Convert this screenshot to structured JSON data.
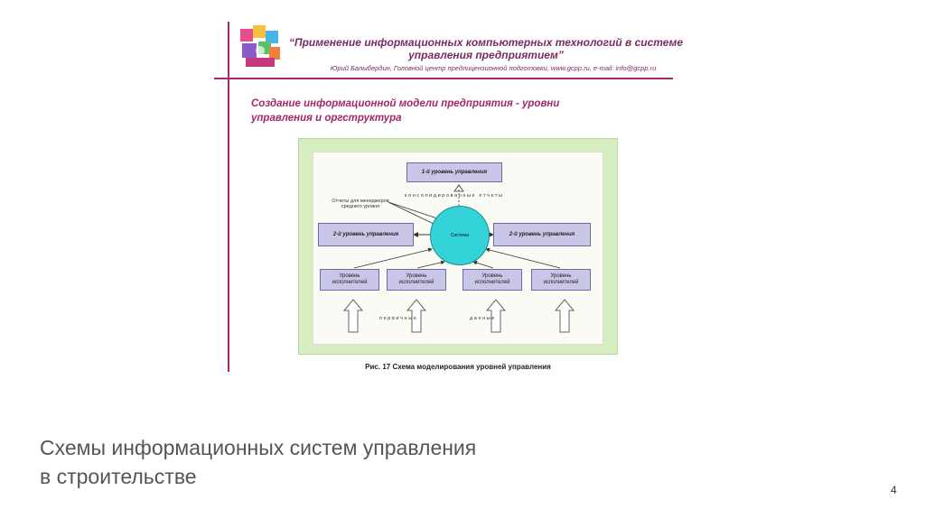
{
  "document": {
    "title": "“Применение информационных компьютерных технологий в системе управления предприятием”",
    "subtitle": "Юрий Балыбердин, Головной центр предлицензионной подготовки, www.gcpp.ru, e-mail: info@gcpp.ru",
    "section_title": "Создание информационной модели предприятия - уровни управления и оргструктура",
    "logo": "colorful-logo-icon",
    "accent_color": "#a3266e"
  },
  "diagram": {
    "level1": "1-й уровень управления",
    "consolidated_reports": "консолидированные отчеты",
    "reports_for_managers": "Отчеты для менеджеров среднего уровня",
    "system": "Система",
    "level2_left": "2-й уровень управления",
    "level2_right": "2-й уровень управления",
    "executors": [
      "Уровень исполнителей",
      "Уровень исполнителей",
      "Уровень исполнителей",
      "Уровень исполнителей"
    ],
    "primary_data_1": "первичные",
    "primary_data_2": "данные",
    "caption": "Рис. 17 Схема моделирования уровней управления",
    "frame_color": "#d7eec0",
    "box_color": "#c9c6e8",
    "circle_color": "#34d3d9"
  },
  "slide": {
    "title_line1": "Схемы информационных систем управления",
    "title_line2": "в строительстве",
    "page_number": "4"
  }
}
